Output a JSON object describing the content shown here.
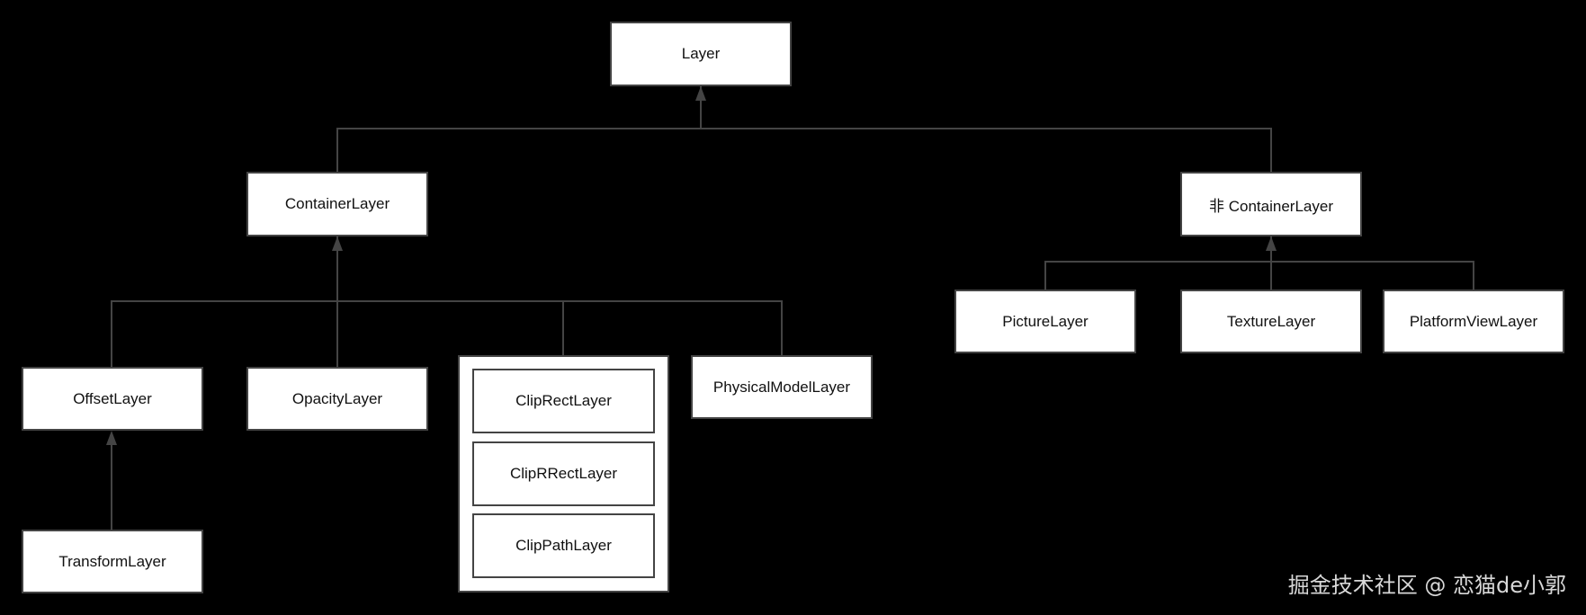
{
  "nodes": {
    "layer": "Layer",
    "container_layer": "ContainerLayer",
    "non_container_layer": "非 ContainerLayer",
    "offset_layer": "OffsetLayer",
    "opacity_layer": "OpacityLayer",
    "clip_rect_layer": "ClipRectLayer",
    "clip_rrect_layer": "ClipRRectLayer",
    "clip_path_layer": "ClipPathLayer",
    "physical_model_layer": "PhysicalModelLayer",
    "transform_layer": "TransformLayer",
    "picture_layer": "PictureLayer",
    "texture_layer": "TextureLayer",
    "platform_view_layer": "PlatformViewLayer"
  },
  "watermark": "掘金技术社区 @ 恋猫de小郭",
  "colors": {
    "background": "#000000",
    "node_fill": "#ffffff",
    "line": "#444444"
  }
}
